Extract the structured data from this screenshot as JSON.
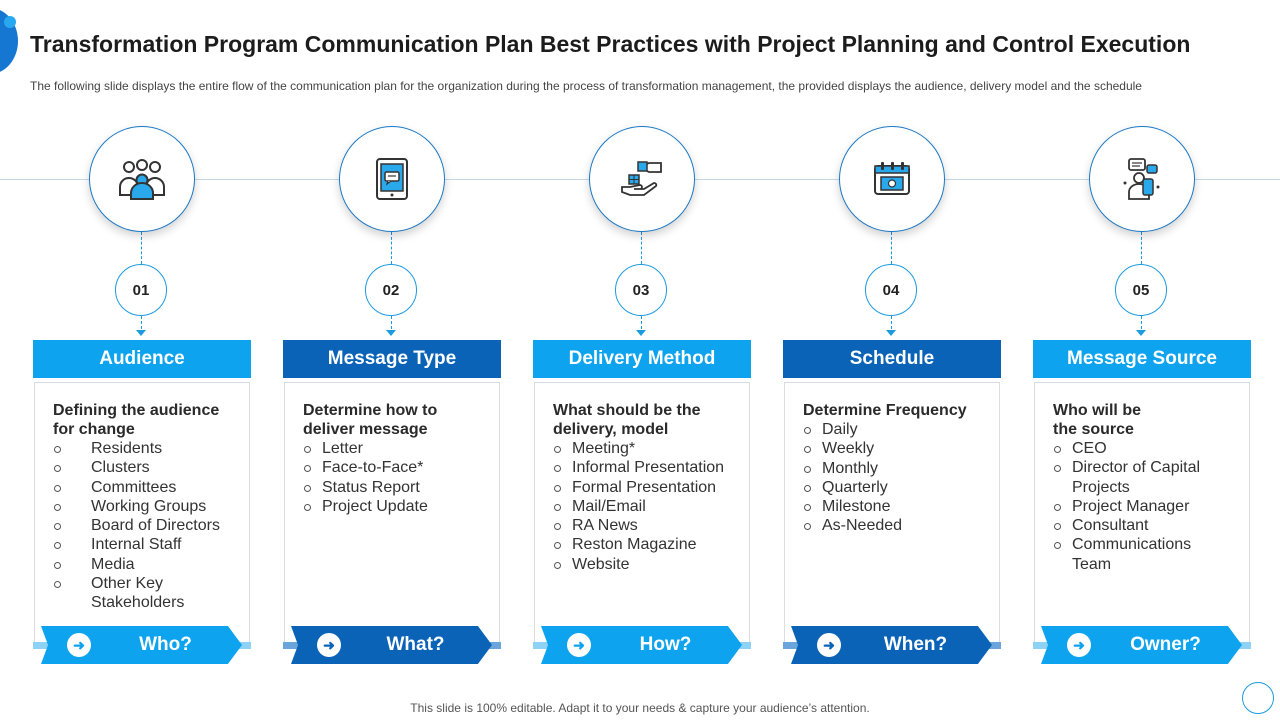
{
  "title": "Transformation Program Communication Plan Best Practices with Project Planning and Control Execution",
  "subtitle": "The following  slide displays the entire flow  of the communication plan for the organization  during the process of transformation  management,  the provided  displays the audience, delivery model and the schedule",
  "footer_note": "This slide is 100% editable. Adapt it to your needs & capture your audience’s attention.",
  "colors": {
    "light_blue": "#0ea3ee",
    "dark_blue": "#0a63b7"
  },
  "columns": [
    {
      "number": "01",
      "icon": "people-group-icon",
      "header": "Audience",
      "heading": "Defining the audience for change",
      "items": [
        "Residents",
        "Clusters",
        "Committees",
        "Working Groups",
        "Board of Directors",
        "Internal  Staff",
        "Media",
        "Other Key Stakeholders"
      ],
      "footer": "Who?"
    },
    {
      "number": "02",
      "icon": "tablet-message-icon",
      "header": "Message Type",
      "heading": "Determine how to deliver message",
      "items": [
        "Letter",
        "Face-to-Face*",
        "Status Report",
        "Project Update"
      ],
      "footer": "What?"
    },
    {
      "number": "03",
      "icon": "hand-delivery-icon",
      "header": "Delivery Method",
      "heading": "What should be the delivery, model",
      "items": [
        "Meeting*",
        "Informal  Presentation",
        "Formal Presentation",
        "Mail/Email",
        "RA News",
        "Reston Magazine",
        "Website"
      ],
      "footer": "How?"
    },
    {
      "number": "04",
      "icon": "calendar-schedule-icon",
      "header": "Schedule",
      "heading": "Determine Frequency",
      "items": [
        "Daily",
        "Weekly",
        "Monthly",
        "Quarterly",
        "Milestone",
        "As-Needed"
      ],
      "footer": "When?"
    },
    {
      "number": "05",
      "icon": "person-chat-icon",
      "header": "Message Source",
      "heading": "Who will be the source",
      "items": [
        "CEO",
        "Director of Capital Projects",
        "Project Manager",
        "Consultant",
        "Communications Team"
      ],
      "footer": "Owner?"
    }
  ]
}
